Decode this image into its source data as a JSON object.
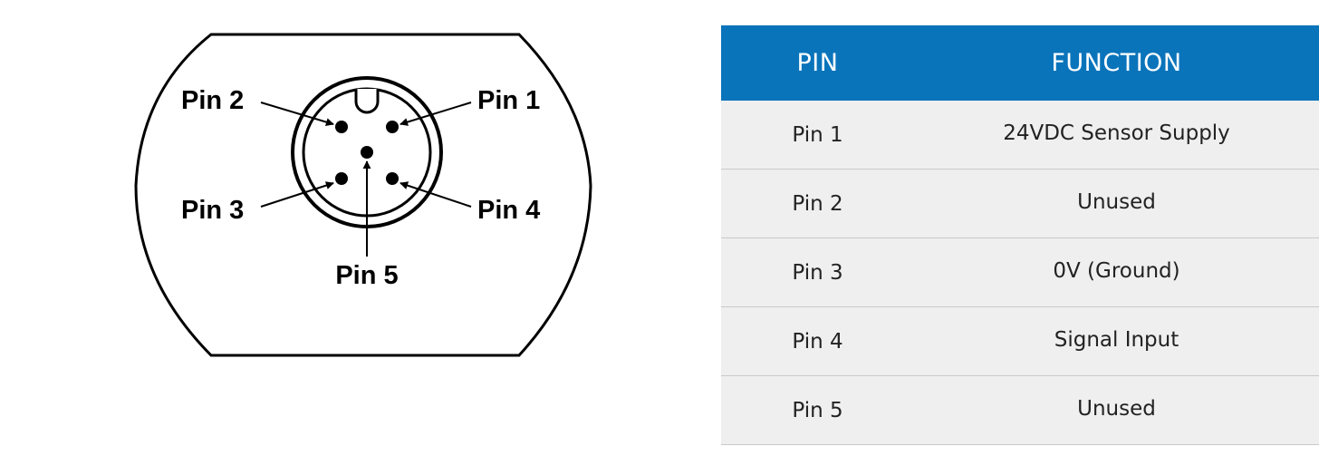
{
  "diagram": {
    "labels": {
      "pin1": "Pin 1",
      "pin2": "Pin 2",
      "pin3": "Pin 3",
      "pin4": "Pin 4",
      "pin5": "Pin 5"
    }
  },
  "table": {
    "header": {
      "pin": "PIN",
      "function": "FUNCTION"
    },
    "rows": [
      {
        "pin": "Pin 1",
        "function": "24VDC Sensor Supply"
      },
      {
        "pin": "Pin 2",
        "function": "Unused"
      },
      {
        "pin": "Pin 3",
        "function": "0V (Ground)"
      },
      {
        "pin": "Pin 4",
        "function": "Signal Input"
      },
      {
        "pin": "Pin 5",
        "function": "Unused"
      }
    ],
    "colors": {
      "header_bg": "#0a74bb",
      "header_text": "#ffffff",
      "row_bg": "#efefef"
    }
  }
}
